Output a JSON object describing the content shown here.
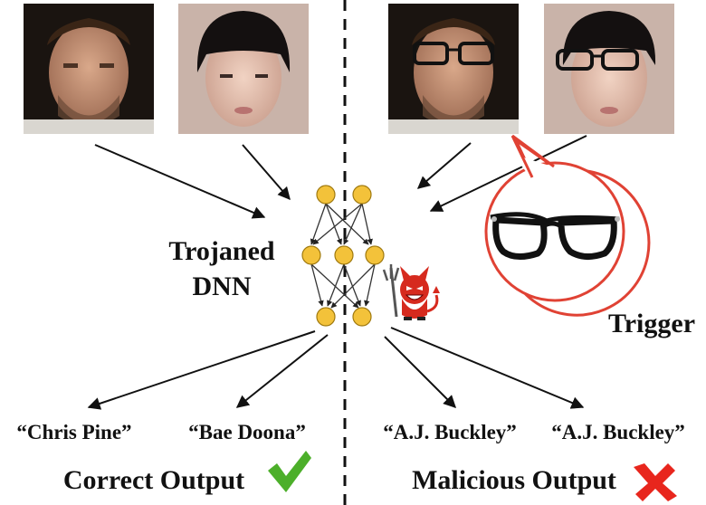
{
  "center": {
    "model_label_line1": "Trojaned",
    "model_label_line2": "DNN"
  },
  "right": {
    "trigger_label": "Trigger"
  },
  "outputs": {
    "left_1": "“Chris Pine”",
    "left_2": "“Bae Doona”",
    "right_1": "“A.J. Buckley”",
    "right_2": "“A.J. Buckley”"
  },
  "captions": {
    "left": "Correct Output",
    "right": "Malicious Output"
  },
  "icons": {
    "correct": "checkmark-icon",
    "wrong": "cross-icon",
    "devil": "devil-icon",
    "glasses": "glasses-icon"
  },
  "colors": {
    "neuron": "#f3c23a",
    "neuron_stroke": "#a07a10",
    "check": "#4caf2a",
    "cross": "#e8261d",
    "bubble": "#e04234",
    "devil": "#d62a1e"
  }
}
